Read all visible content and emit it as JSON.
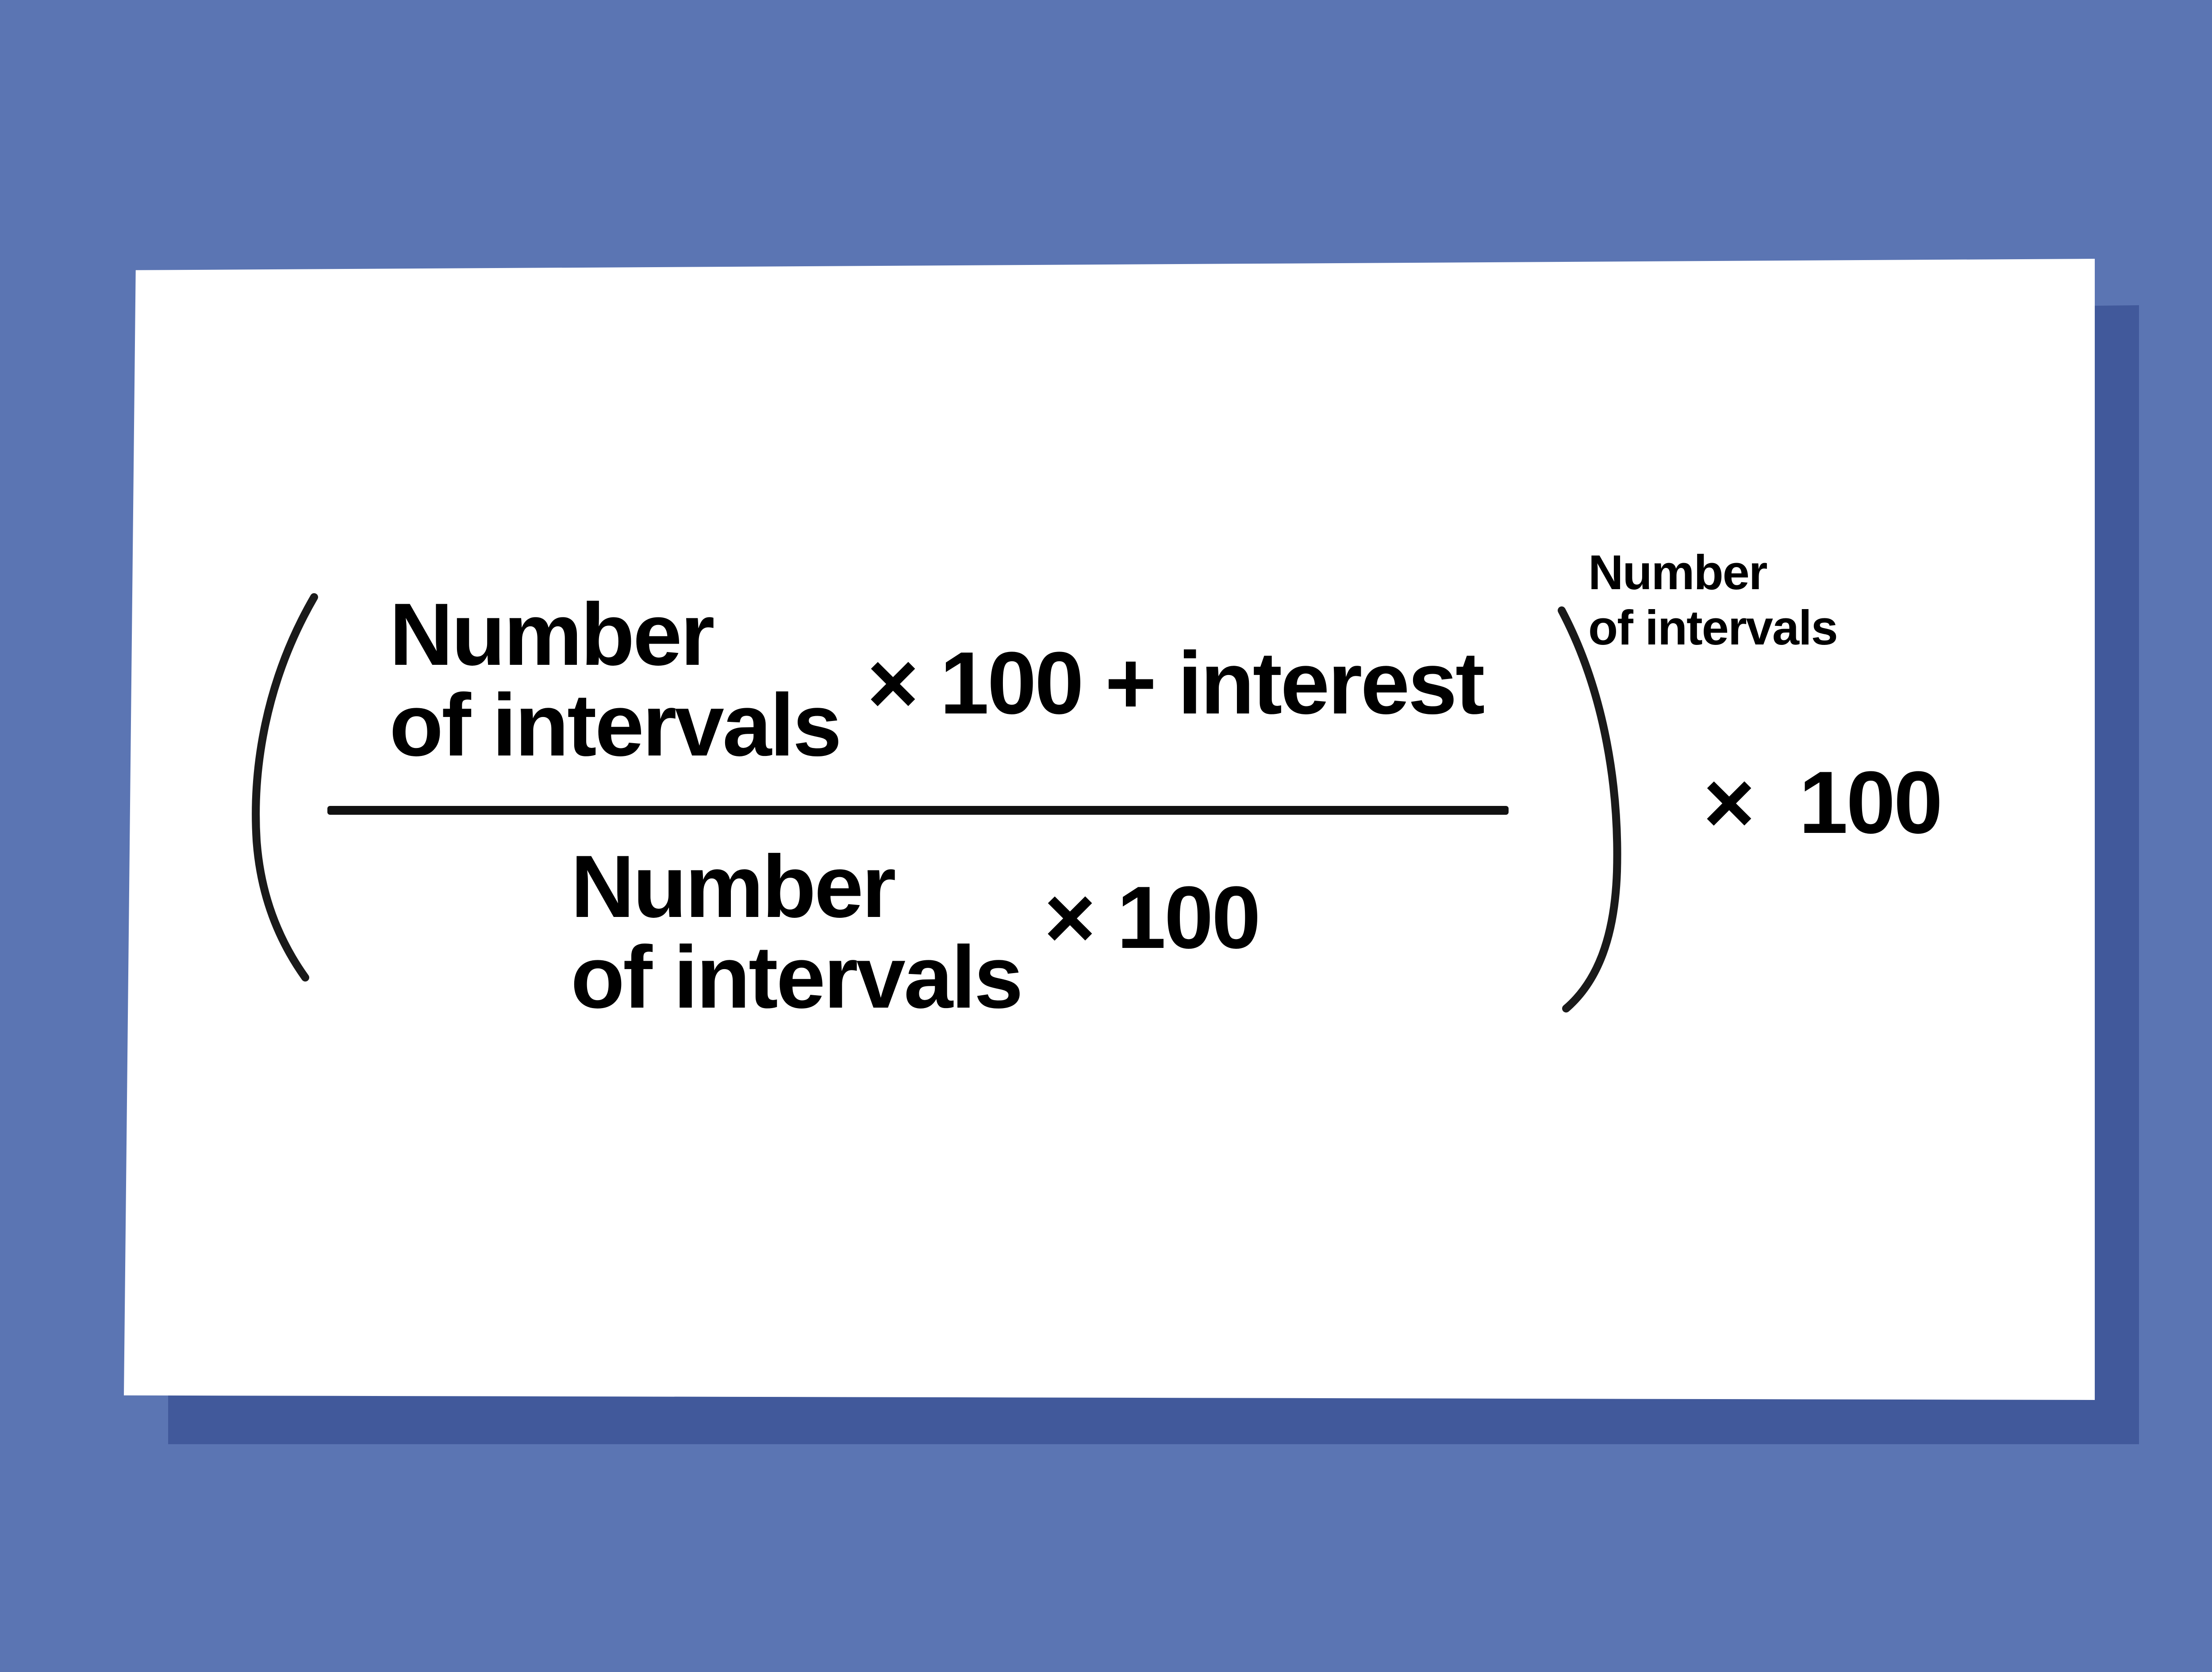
{
  "formula": {
    "numerator": {
      "stack_line1": "Number",
      "stack_line2": "of intervals",
      "tail": "× 100 + interest"
    },
    "denominator": {
      "stack_line1": "Number",
      "stack_line2": "of intervals",
      "tail": "× 100"
    },
    "exponent": {
      "line1": "Number",
      "line2": "of intervals"
    },
    "multiplier": "×  100"
  },
  "colors": {
    "background": "#5b75b3",
    "shadow": "#41599b",
    "card": "#ffffff",
    "ink": "#000000"
  }
}
